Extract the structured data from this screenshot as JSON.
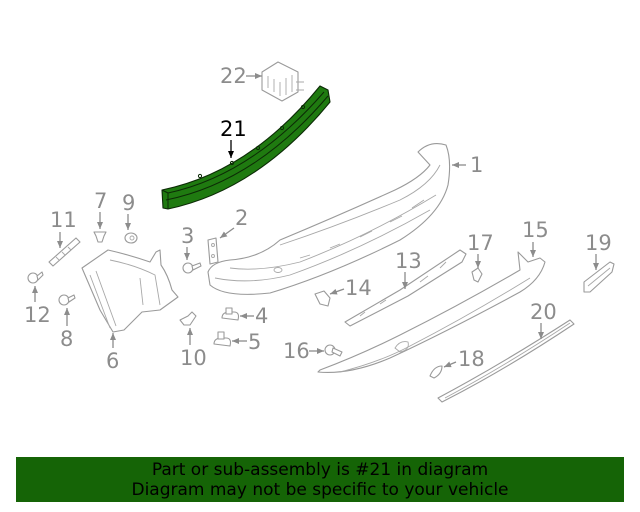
{
  "diagram": {
    "highlighted_part": "21",
    "highlight_color": "#1f7a10",
    "callouts": [
      {
        "id": "1",
        "label": "1"
      },
      {
        "id": "2",
        "label": "2"
      },
      {
        "id": "3",
        "label": "3"
      },
      {
        "id": "4",
        "label": "4"
      },
      {
        "id": "5",
        "label": "5"
      },
      {
        "id": "6",
        "label": "6"
      },
      {
        "id": "7",
        "label": "7"
      },
      {
        "id": "8",
        "label": "8"
      },
      {
        "id": "9",
        "label": "9"
      },
      {
        "id": "10",
        "label": "10"
      },
      {
        "id": "11",
        "label": "11"
      },
      {
        "id": "12",
        "label": "12"
      },
      {
        "id": "13",
        "label": "13"
      },
      {
        "id": "14",
        "label": "14"
      },
      {
        "id": "15",
        "label": "15"
      },
      {
        "id": "16",
        "label": "16"
      },
      {
        "id": "17",
        "label": "17"
      },
      {
        "id": "18",
        "label": "18"
      },
      {
        "id": "19",
        "label": "19"
      },
      {
        "id": "20",
        "label": "20"
      },
      {
        "id": "21",
        "label": "21"
      },
      {
        "id": "22",
        "label": "22"
      }
    ]
  },
  "banner": {
    "line1": "Part or sub-assembly is #21 in diagram",
    "line2": "Diagram may not be specific to your vehicle",
    "background": "#156406"
  }
}
